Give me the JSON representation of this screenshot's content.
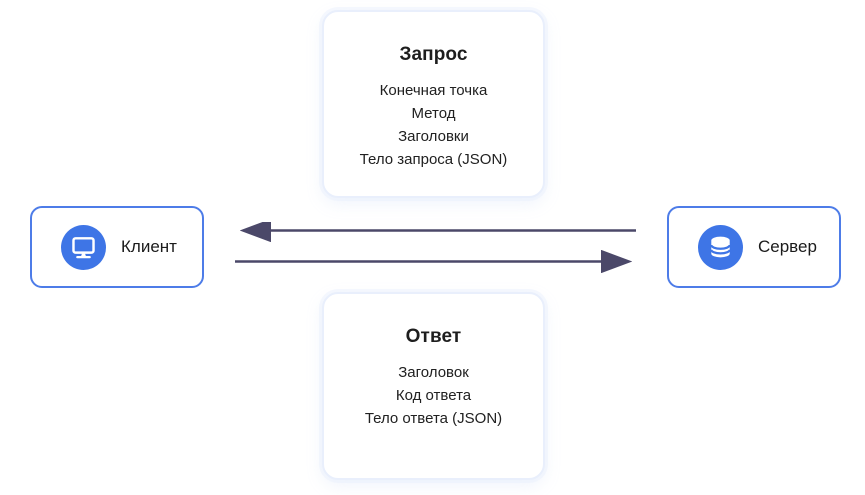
{
  "diagram": {
    "request_card": {
      "title": "Запрос",
      "items": [
        "Конечная точка",
        "Метод",
        "Заголовки",
        "Тело запроса (JSON)"
      ]
    },
    "response_card": {
      "title": "Ответ",
      "items": [
        "Заголовок",
        "Код ответа",
        "Тело ответа (JSON)"
      ]
    },
    "client_node": {
      "label": "Клиент",
      "icon": "monitor-icon"
    },
    "server_node": {
      "label": "Сервер",
      "icon": "database-icon"
    },
    "arrows": [
      {
        "name": "server-to-client",
        "direction": "left"
      },
      {
        "name": "client-to-server",
        "direction": "right"
      }
    ],
    "colors": {
      "node_border": "#4d7ce8",
      "icon_circle": "#3e75e6",
      "arrow": "#4b4869",
      "card_border": "#e9effc",
      "text": "#1e1e1e",
      "background": "#ffffff"
    }
  }
}
